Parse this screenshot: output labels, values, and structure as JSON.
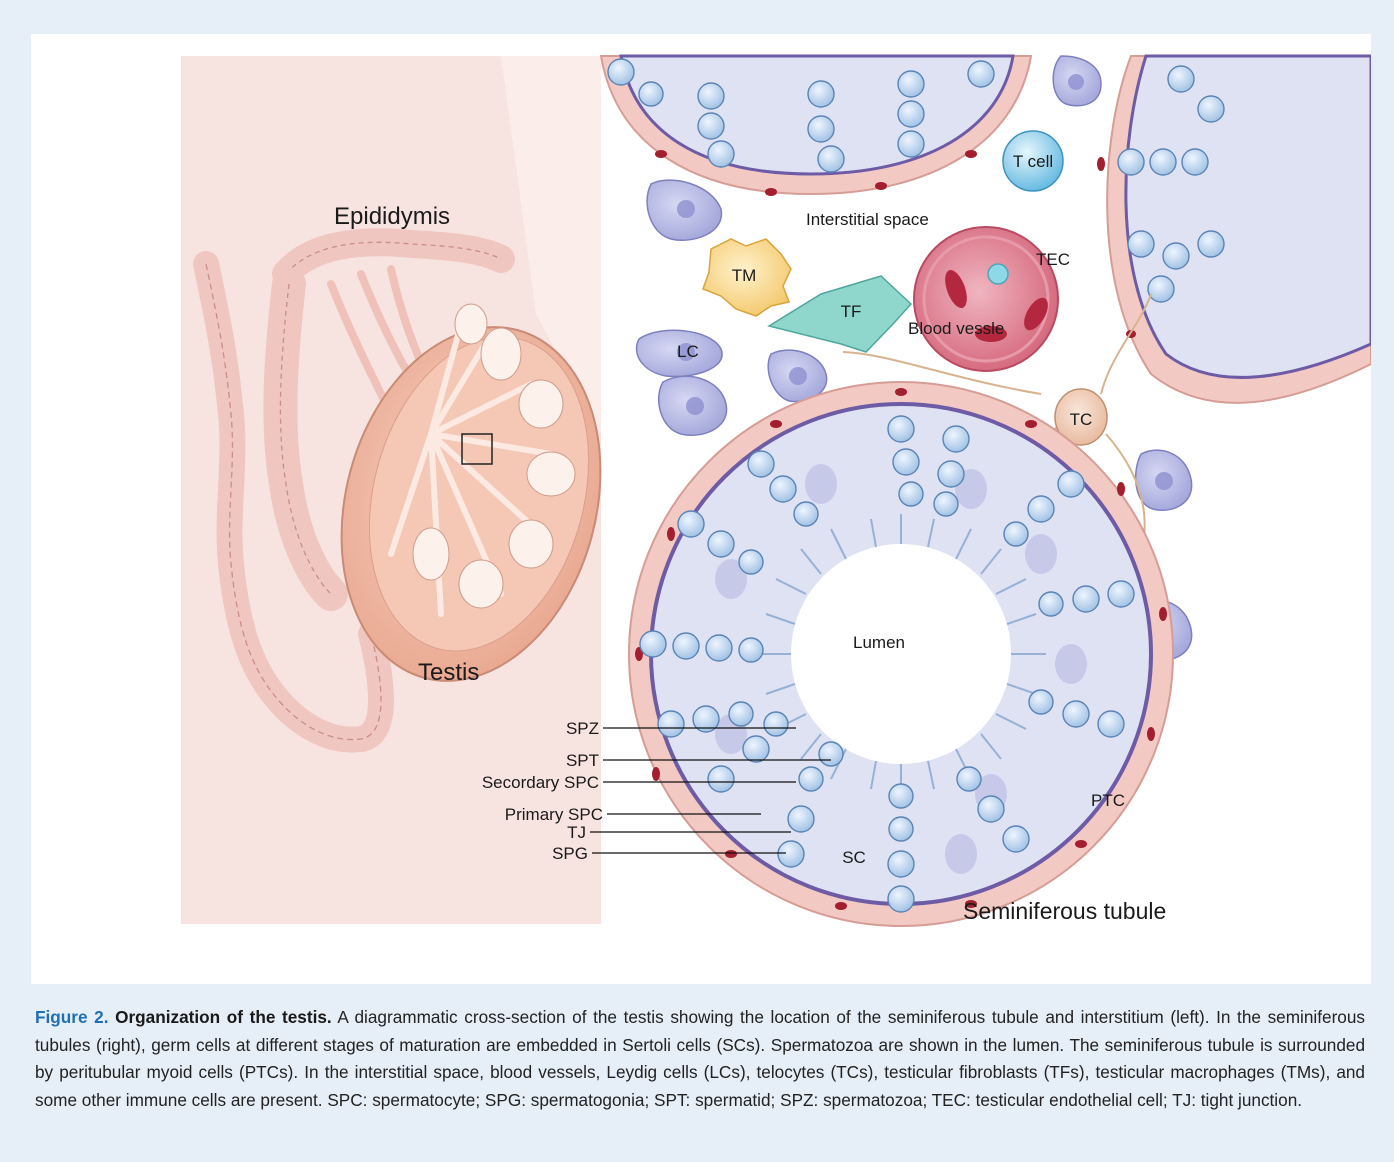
{
  "figure": {
    "labels": {
      "epididymis": "Epididymis",
      "testis": "Testis",
      "interstitial_space": "Interstitial space",
      "t_cell": "T cell",
      "tm": "TM",
      "tf": "TF",
      "tec": "TEC",
      "blood_vessel": "Blood vessle",
      "lc": "LC",
      "tc": "TC",
      "lumen": "Lumen",
      "ptc": "PTC",
      "sc": "SC",
      "seminiferous_tubule": "Seminiferous tubule",
      "spz": "SPZ",
      "spt": "SPT",
      "secondary_spc": "Secordary SPC",
      "primary_spc": "Primary SPC",
      "tj": "TJ",
      "spg": "SPG"
    },
    "colors": {
      "panel_background": "#e6eef8",
      "left_panel": "#f7e4e0",
      "tubule_interior": "#dfe2f2",
      "tubule_wall": "#f3c9c3",
      "basement_membrane": "#6d5ba6",
      "germ_cell": "#a8c8e8",
      "blood_vessel": "#d86a80",
      "telocyte": "#eec9b0",
      "macrophage": "#f6d486",
      "fibroblast": "#8fd6cc",
      "t_cell": "#7ec6e6",
      "caption_accent": "#1f6fb5"
    }
  },
  "caption": {
    "number": "Figure 2.",
    "title": "Organization of the testis.",
    "text": "A diagrammatic cross-section of the testis showing the location of the seminiferous tubule and interstitium (left). In the seminiferous tubules (right), germ cells at different stages of maturation are embedded in Sertoli cells (SCs). Spermatozoa are shown in the lumen. The seminiferous tubule is surrounded by peritubular myoid cells (PTCs). In the interstitial space, blood vessels, Leydig cells (LCs), telocytes (TCs), testicular fibroblasts (TFs), testicular macrophages (TMs), and some other immune cells are present. SPC: spermatocyte; SPG: spermatogonia; SPT: spermatid; SPZ: spermatozoa; TEC: testicular endothelial cell; TJ: tight junction."
  }
}
